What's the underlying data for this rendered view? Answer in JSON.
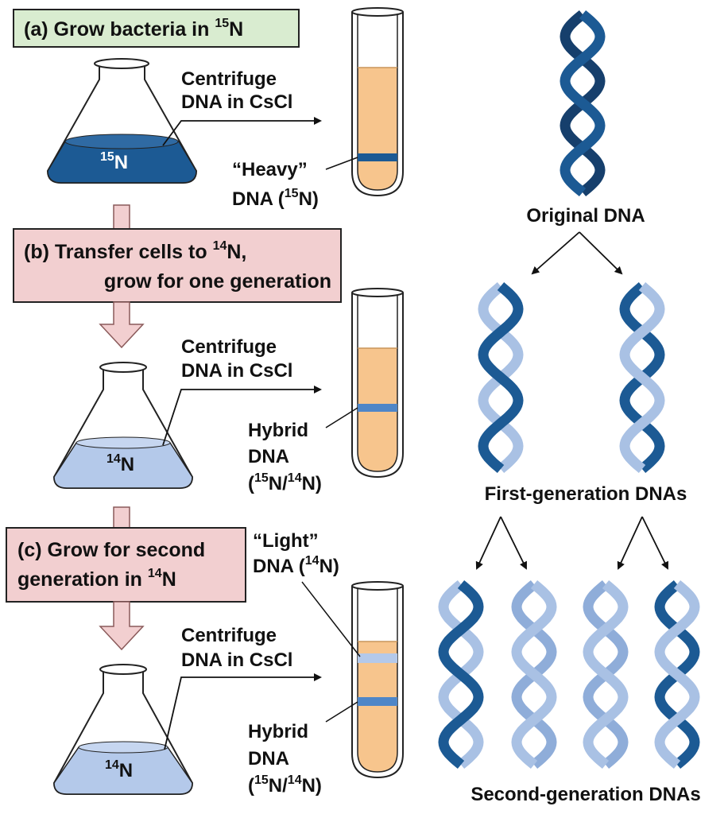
{
  "steps": {
    "a": {
      "letter": "(a)",
      "text": "Grow bacteria in ",
      "sup": "15",
      "tail": "N"
    },
    "b": {
      "letter": "(b)",
      "line1": "Transfer cells to ",
      "line1_sup": "14",
      "line1_tail": "N,",
      "line2": "grow for one generation"
    },
    "c": {
      "letter": "(c)",
      "line1": "Grow for second",
      "line2": "generation in ",
      "line2_sup": "14",
      "line2_tail": "N"
    }
  },
  "centrifuge": {
    "line1": "Centrifuge",
    "line2": "DNA in CsCl"
  },
  "flasks": [
    {
      "sup": "15",
      "base": "N"
    },
    {
      "sup": "14",
      "base": "N"
    },
    {
      "sup": "14",
      "base": "N"
    }
  ],
  "tube_labels": {
    "heavy": {
      "line1": "“Heavy”",
      "line2_pre": "DNA (",
      "line2_sup": "15",
      "line2_post": "N)"
    },
    "hybrid1": {
      "line1": "Hybrid",
      "line2": "DNA",
      "line3_pre": "(",
      "line3_sup1": "15",
      "line3_mid": "N/",
      "line3_sup2": "14",
      "line3_post": "N)"
    },
    "light": {
      "line1": "“Light”",
      "line2_pre": "DNA (",
      "line2_sup": "14",
      "line2_post": "N)"
    },
    "hybrid2": {
      "line1": "Hybrid",
      "line2": "DNA",
      "line3_pre": "(",
      "line3_sup1": "15",
      "line3_mid": "N/",
      "line3_sup2": "14",
      "line3_post": "N)"
    }
  },
  "dna_titles": {
    "original": "Original DNA",
    "first": "First-generation DNAs",
    "second": "Second-generation DNAs"
  },
  "colors": {
    "heavy_strand": "#1c5a94",
    "light_strand": "#a9c1e4",
    "heavy_medium": "#1c5a94",
    "light_medium": "#b4c9ea",
    "tube_liquid": "#f7c58d",
    "step_a_box": "#d9ecd0",
    "step_box": "#f2cfd0",
    "arrow_fill": "#f2cfd0"
  }
}
